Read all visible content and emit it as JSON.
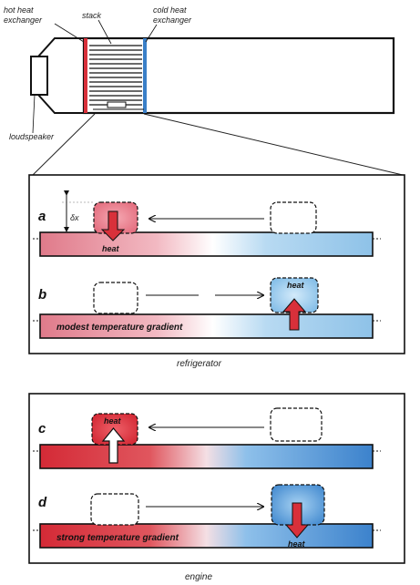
{
  "labels": {
    "hot_heat_exchanger": [
      "hot heat",
      "exchanger"
    ],
    "stack": "stack",
    "cold_heat_exchanger": [
      "cold heat",
      "exchanger"
    ],
    "loudspeaker": "loudspeaker"
  },
  "refrigerator": {
    "caption": "refrigerator",
    "panel_a": {
      "letter": "a",
      "delta": "δx",
      "heat": "heat"
    },
    "panel_b": {
      "letter": "b",
      "heat": "heat",
      "gradient": "modest temperature gradient"
    }
  },
  "engine": {
    "caption": "engine",
    "panel_c": {
      "letter": "c",
      "heat": "heat"
    },
    "panel_d": {
      "letter": "d",
      "heat": "heat",
      "gradient": "strong temperature gradient"
    }
  },
  "colors": {
    "hot": "#d8303a",
    "cold": "#3a7fc8",
    "pale_hot": "#e88a96",
    "pale_cold": "#9cc8ea",
    "outline": "#111111"
  }
}
